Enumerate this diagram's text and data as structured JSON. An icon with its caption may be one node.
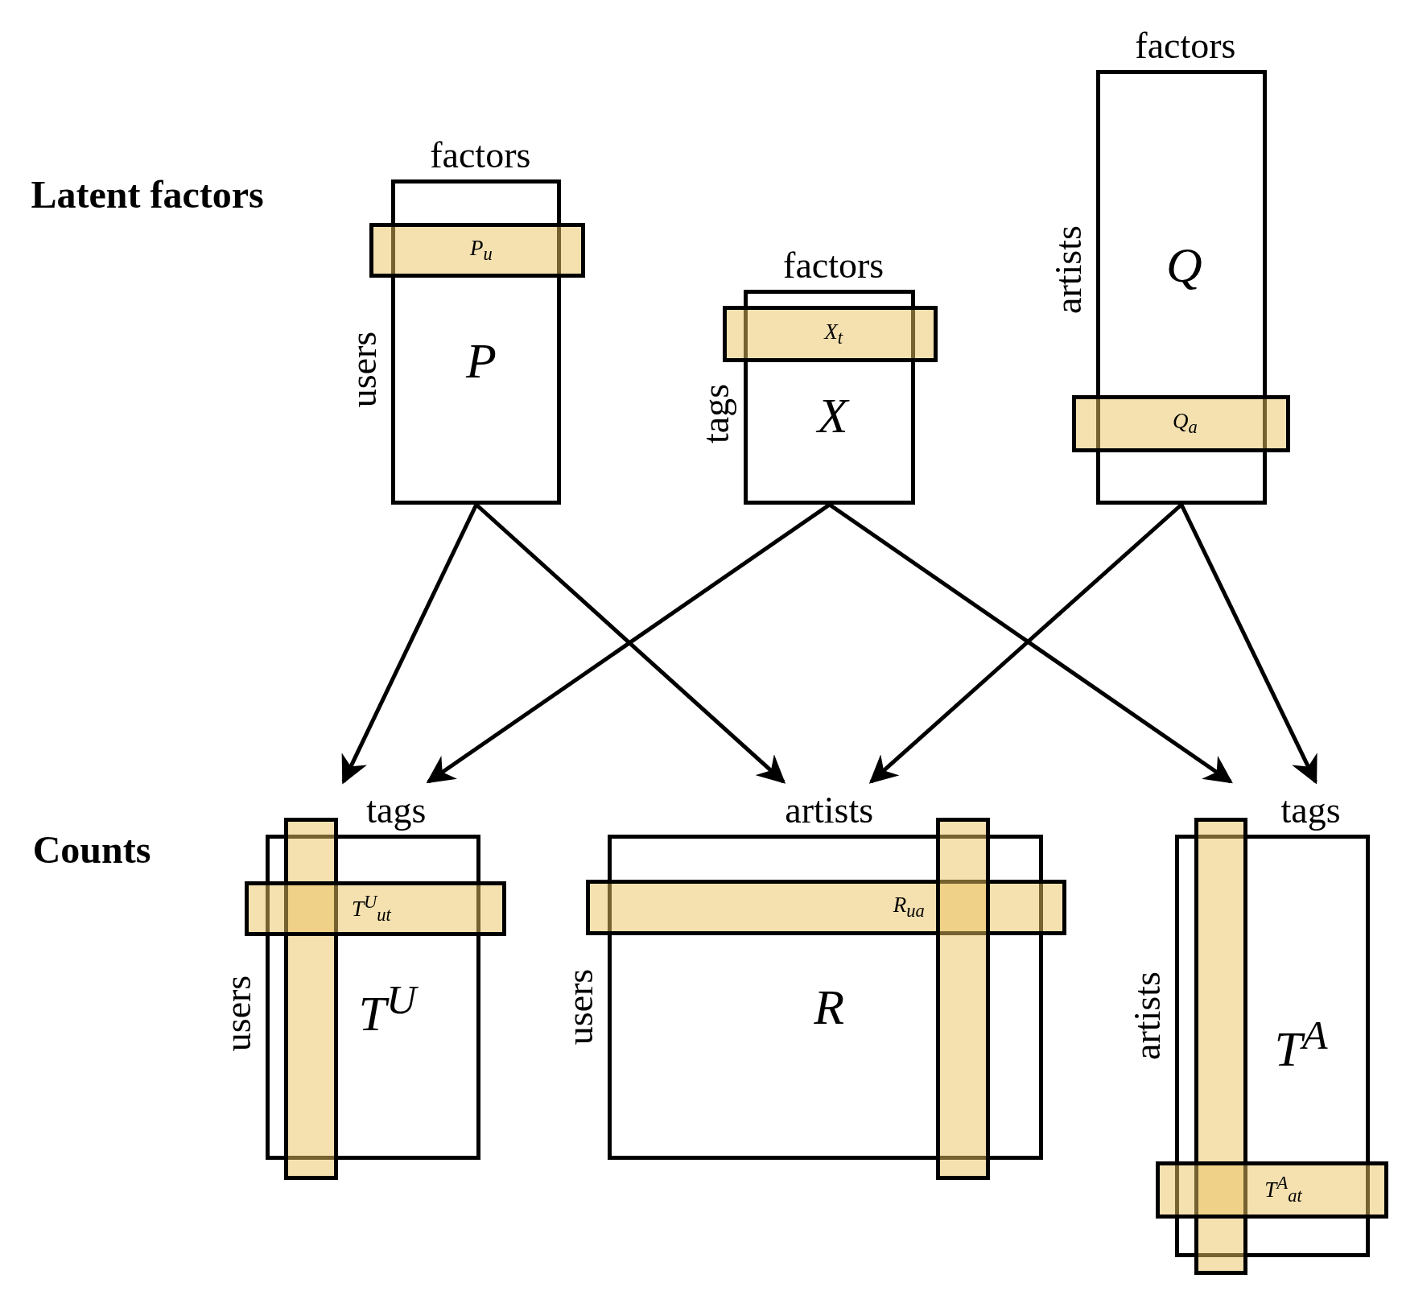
{
  "diagram": {
    "nodes": [
      {
        "text": [
          "factors",
          "users",
          "P"
        ]
      },
      {
        "text": [
          "P$_{u}$"
        ]
      },
      {
        "text": [
          "factors",
          "tags",
          "X"
        ]
      },
      {
        "text": [
          "X$_{t}$"
        ]
      },
      {
        "text": [
          "factors",
          "artists",
          "Q"
        ]
      },
      {
        "text": [
          "Q$_{a}$"
        ]
      },
      {
        "text": [
          "tags",
          "users",
          "T$^{U}$"
        ]
      },
      {
        "text": [],
        "shape": "bar"
      },
      {
        "text": [
          "T$^{U}$$_{ut}$"
        ]
      },
      {
        "text": [
          "artists",
          "users",
          "R"
        ]
      },
      {
        "text": [
          "R$_{ua}$"
        ]
      },
      {
        "text": [],
        "shape": "bar"
      },
      {
        "text": [
          "tags",
          "artists",
          "T$^{A}$"
        ]
      },
      {
        "text": [],
        "shape": "bar"
      },
      {
        "text": [
          "T$^{A}$$_{at}$"
        ]
      }
    ],
    "edges": [
      {
        "from": 0,
        "to": 6,
        "arrow": "to"
      },
      {
        "from": 0,
        "to": 9,
        "arrow": "to"
      },
      {
        "from": 2,
        "to": 6,
        "arrow": "to"
      },
      {
        "from": 2,
        "to": 12,
        "arrow": "to"
      },
      {
        "from": 4,
        "to": 9,
        "arrow": "to"
      },
      {
        "from": 4,
        "to": 12,
        "arrow": "to"
      }
    ],
    "labels": [
      "Latent factors",
      "Counts"
    ]
  }
}
